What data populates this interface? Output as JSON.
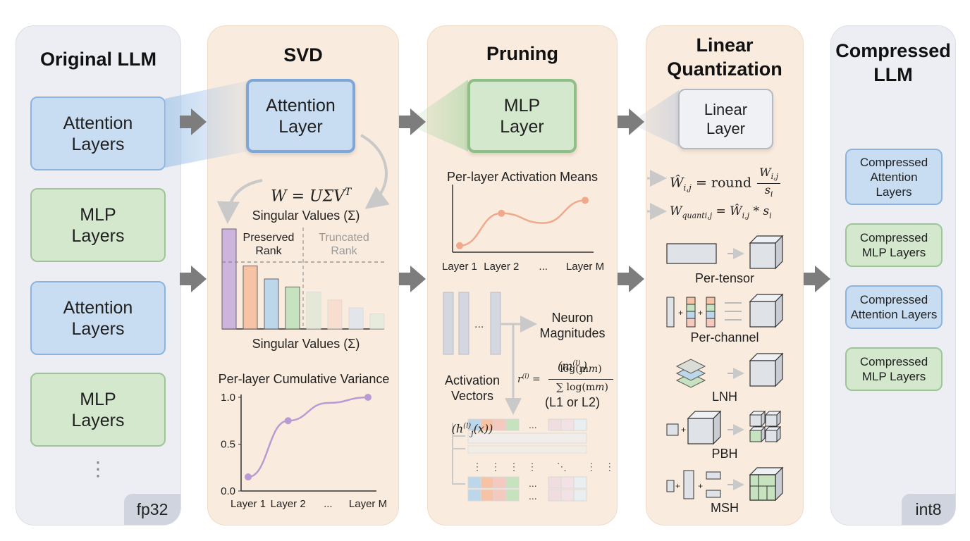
{
  "panels": {
    "original": {
      "title": "Original LLM",
      "layers": [
        "Attention\nLayers",
        "MLP\nLayers",
        "Attention\nLayers",
        "MLP\nLayers"
      ],
      "more": "⋮",
      "dtype": "fp32"
    },
    "svd": {
      "title": "SVD",
      "focus_box": "Attention\nLayer",
      "formula": "W = UΣV",
      "formula_sup": "T",
      "bar_title": "Singular Values (Σ)",
      "preserved": "Preserved\nRank",
      "truncated": "Truncated\nRank",
      "bar_xlabel": "Singular Values (Σ)",
      "line_title": "Per-layer Cumulative Variance"
    },
    "pruning": {
      "title": "Pruning",
      "focus_box": "MLP\nLayer",
      "line_title": "Per-layer Activation Means",
      "activation_label": "Activation\nVectors",
      "activation_math": "(h",
      "activation_math_sup": "(l)",
      "activation_math_sub": "j",
      "activation_math_end": "(x))",
      "neuron_label": "Neuron\nMagnitudes",
      "neuron_math": "(m",
      "neuron_math_sup": "(l)",
      "neuron_math_sub": "j",
      "neuron_math_end": ")",
      "neuron_norm": "(L1 or L2)",
      "ratio_lhs": "r",
      "ratio_sup": "(l)",
      "ratio_num": "log(m",
      "ratio_den": "∑ log(m",
      "ellipsis": "..."
    },
    "quant": {
      "title": "Linear\nQuantization",
      "focus_box": "Linear\nLayer",
      "formula1_lhs": "Ŵ",
      "formula1_sub": "i,j",
      "formula1_mid": " = round",
      "formula1_num": "W",
      "formula1_num_sub": "i,j",
      "formula1_den": "s",
      "formula1_den_sub": "i",
      "formula2_lhs": "W",
      "formula2_sub": "quanti,j",
      "formula2_rhs": " = Ŵ",
      "formula2_rhs_sub": "i,j",
      "formula2_tail": " * s",
      "formula2_tail_sub": "i",
      "schemes": [
        "Per-tensor",
        "Per-channel",
        "LNH",
        "PBH",
        "MSH"
      ],
      "plus": "+"
    },
    "compressed": {
      "title": "Compressed\nLLM",
      "layers": [
        "Compressed\nAttention\nLayers",
        "Compressed\nMLP Layers",
        "Compressed\nAttention Layers",
        "Compressed\nMLP Layers"
      ],
      "dtype": "int8"
    }
  },
  "chart_data": [
    {
      "type": "bar",
      "title": "Singular Values (Σ)",
      "xlabel": "Singular Values (Σ)",
      "ylabel": "",
      "values": [
        100,
        63,
        50,
        42,
        37,
        29,
        21,
        15
      ],
      "preserved_count": 4,
      "colors": [
        "#cdb4dc",
        "#f6c3a6",
        "#bcd6ea",
        "#c6e2bf",
        "#dfe8d6",
        "#f7dccc",
        "#dde5ef",
        "#e3ecdd"
      ]
    },
    {
      "type": "line",
      "title": "Per-layer Cumulative Variance",
      "categories": [
        "Layer 1",
        "Layer 2",
        "...",
        "Layer M"
      ],
      "values": [
        0.15,
        0.75,
        0.94,
        1.0
      ],
      "yticks": [
        "0.0",
        "0.5",
        "1.0"
      ],
      "ylim": [
        0,
        1
      ],
      "color": "#b99bd3"
    },
    {
      "type": "line",
      "title": "Per-layer Activation Means",
      "categories": [
        "Layer 1",
        "Layer 2",
        "...",
        "Layer M"
      ],
      "values": [
        0.1,
        0.6,
        0.45,
        0.8
      ],
      "ylim": [
        0,
        1
      ],
      "color": "#f0a98c"
    }
  ]
}
